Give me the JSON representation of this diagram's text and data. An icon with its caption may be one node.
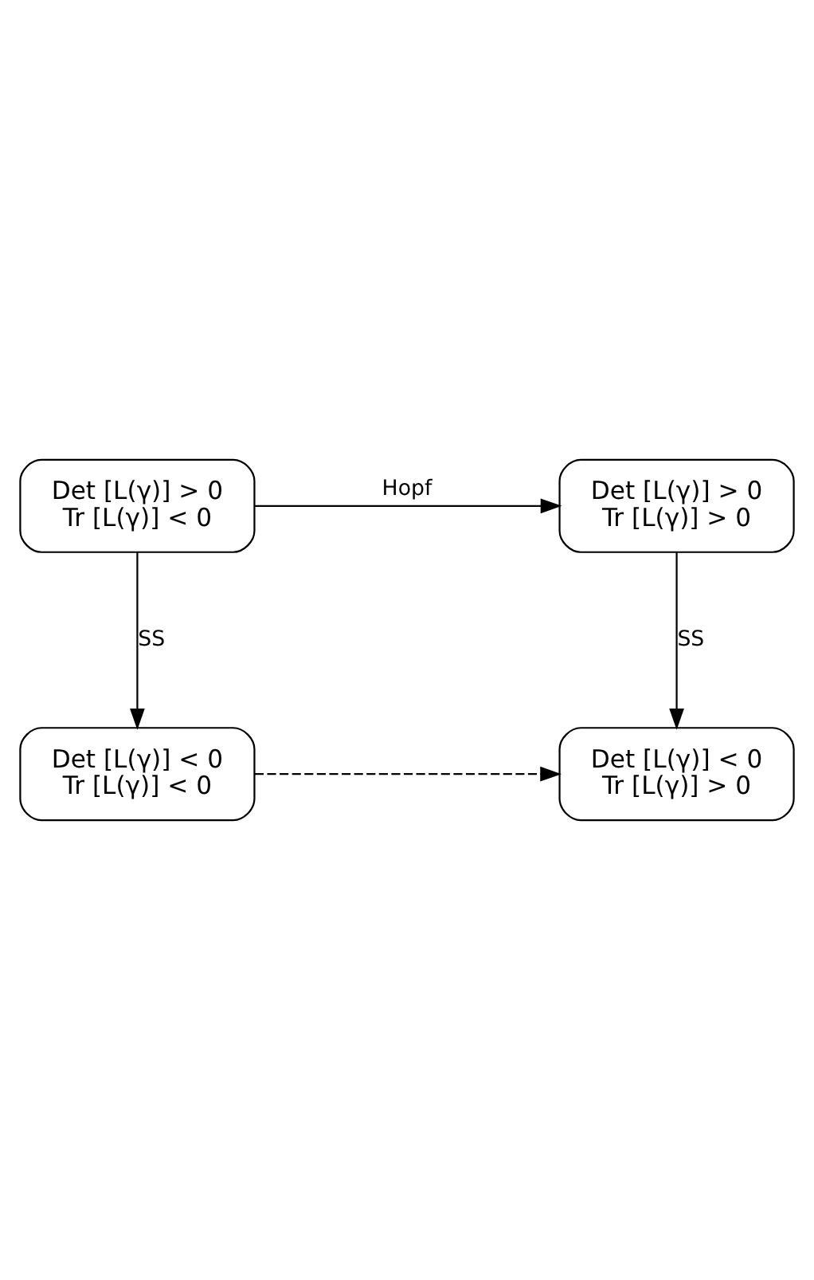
{
  "diagram": {
    "nodes": [
      {
        "text": [
          "Det [L(γ)] > 0",
          "Tr [L(γ)] < 0"
        ]
      },
      {
        "text": [
          "Det [L(γ)] > 0",
          "Tr [L(γ)] > 0"
        ]
      },
      {
        "text": [
          "Det [L(γ)] < 0",
          "Tr [L(γ)] < 0"
        ]
      },
      {
        "text": [
          "Det [L(γ)] < 0",
          "Tr [L(γ)] > 0"
        ]
      }
    ],
    "edges": [
      {
        "from": 0,
        "to": 1,
        "arrow": "to",
        "label": "Hopf"
      },
      {
        "from": 0,
        "to": 2,
        "arrow": "to",
        "label": "SS"
      },
      {
        "from": 1,
        "to": 3,
        "arrow": "to",
        "label": "SS"
      },
      {
        "from": 2,
        "to": 3,
        "arrow": "to",
        "style": "dashed"
      }
    ]
  }
}
